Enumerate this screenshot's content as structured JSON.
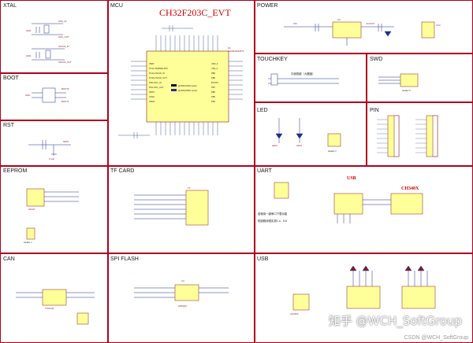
{
  "title": "CH32F203C_EVT",
  "sections": {
    "xtal": "XTAL",
    "mcu": "MCU",
    "power": "POWER",
    "touchkey": "TOUCHKEY",
    "swd": "SWD",
    "boot": "BOOT",
    "rst": "RST",
    "led": "LED",
    "pin": "PIN",
    "eeprom": "EEPROM",
    "tfcard": "TF CARD",
    "uart": "UART",
    "can": "CAN",
    "spiflash": "SPI FLASH",
    "usb": "USB"
  },
  "labels": {
    "usb_red": "USB",
    "ch340x": "CH340X",
    "touch_note": "平面按键（大圆盘）",
    "uart_note_1": "若使用一键串口下载功能",
    "uart_note_2": "短接跳线帽实现1-4、5-6",
    "chip_power": "@VDDA/VDD power",
    "chip_vbat": "@VDD&VBAT power",
    "flash_ic": "W25Q16",
    "flash_ref": "U4",
    "usb_ic": "CH340C",
    "can_ic": "TJA1040",
    "eeprom_ic": "24C02",
    "header_1": "Header 1",
    "header_2": "Header 2",
    "header_5": "Header 5"
  },
  "watermark": "知乎 @WCH_SoftGroup",
  "credit": "CSDN @WCH_SoftGroup",
  "colors": {
    "divider": "#b0001c",
    "chip_fill": "#ffff99",
    "wire": "#1f2f8f",
    "title_red": "#d00000"
  }
}
